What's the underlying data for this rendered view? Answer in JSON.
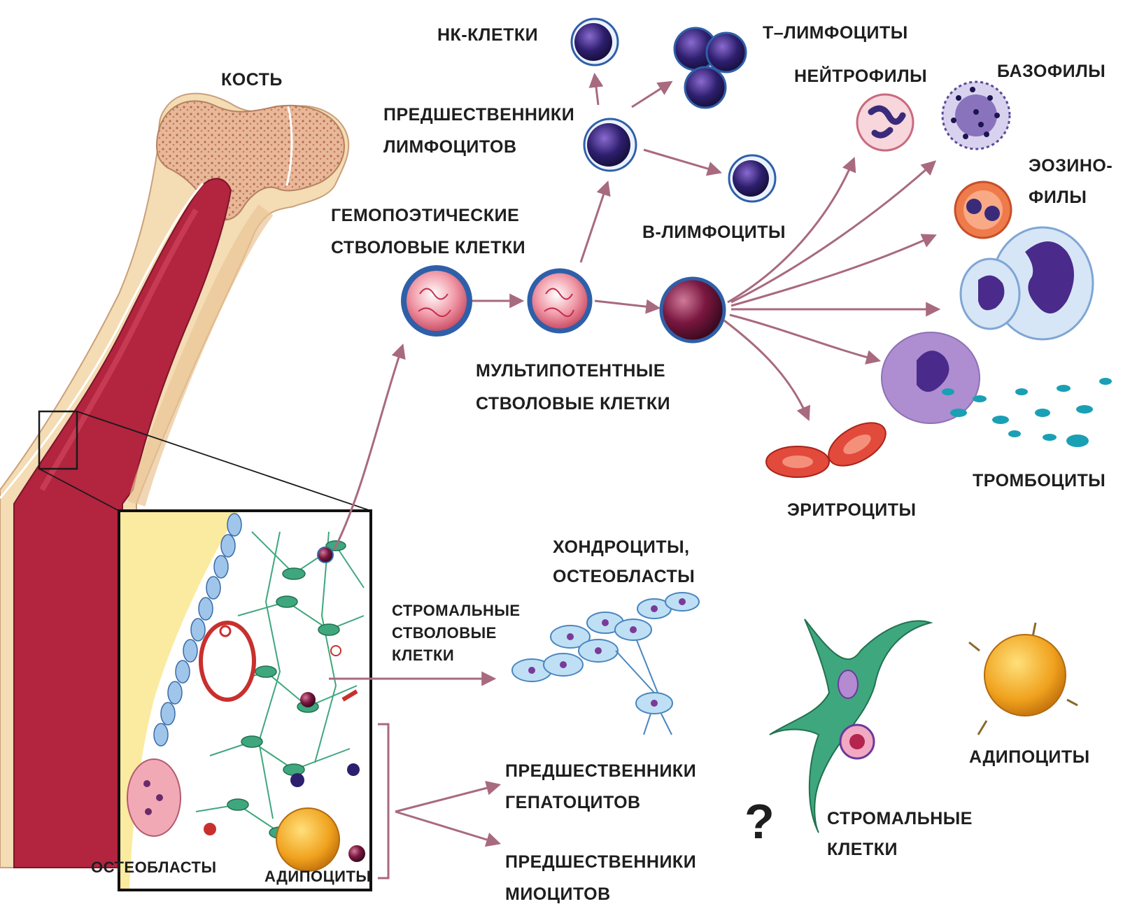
{
  "labels": {
    "bone": "КОСТЬ",
    "nk_cells": "НК-КЛЕТКИ",
    "t_lymph": "Т–ЛИМФОЦИТЫ",
    "neutrophils": "НЕЙТРОФИЛЫ",
    "basophils": "БАЗОФИЛЫ",
    "lymph_prog_1": "ПРЕДШЕСТВЕННИКИ",
    "lymph_prog_2": "ЛИМФОЦИТОВ",
    "eosino_1": "ЭОЗИНО-",
    "eosino_2": "ФИЛЫ",
    "hsc_1": "ГЕМОПОЭТИЧЕСКИЕ",
    "hsc_2": "СТВОЛОВЫЕ КЛЕТКИ",
    "b_lymph": "В-ЛИМФОЦИТЫ",
    "mpp_1": "МУЛЬТИПОТЕНТНЫЕ",
    "mpp_2": "СТВОЛОВЫЕ КЛЕТКИ",
    "platelets": "ТРОМБОЦИТЫ",
    "erythrocytes": "ЭРИТРОЦИТЫ",
    "chondro_1": "ХОНДРОЦИТЫ,",
    "chondro_2": "ОСТЕОБЛАСТЫ",
    "stromal_stem_1": "СТРОМАЛЬНЫЕ",
    "stromal_stem_2": "СТВОЛОВЫЕ",
    "stromal_stem_3": "КЛЕТКИ",
    "adipocytes_right": "АДИПОЦИТЫ",
    "hepato_1": "ПРЕДШЕСТВЕННИКИ",
    "hepato_2": "ГЕПАТОЦИТОВ",
    "question": "?",
    "stromal_1": "СТРОМАЛЬНЫЕ",
    "stromal_2": "КЛЕТКИ",
    "myo_1": "ПРЕДШЕСТВЕННИКИ",
    "myo_2": "МИОЦИТОВ",
    "osteoblasts_inset": "ОСТЕОБЛАСТЫ",
    "adipocytes_inset": "АДИПОЦИТЫ"
  },
  "colors": {
    "arrow": "#a86a7e",
    "bone_marrow": "#b3243f",
    "bone_cortex": "#f4dcb4",
    "spongy": "#d59a7e",
    "lymphoid_cell": "#3a2a7a",
    "stem_cell": "#e06a82",
    "stromal_green": "#3fa77e",
    "adipocyte": "#f0a21e",
    "erythrocyte": "#e24a3c",
    "platelet": "#1aa0b4"
  }
}
